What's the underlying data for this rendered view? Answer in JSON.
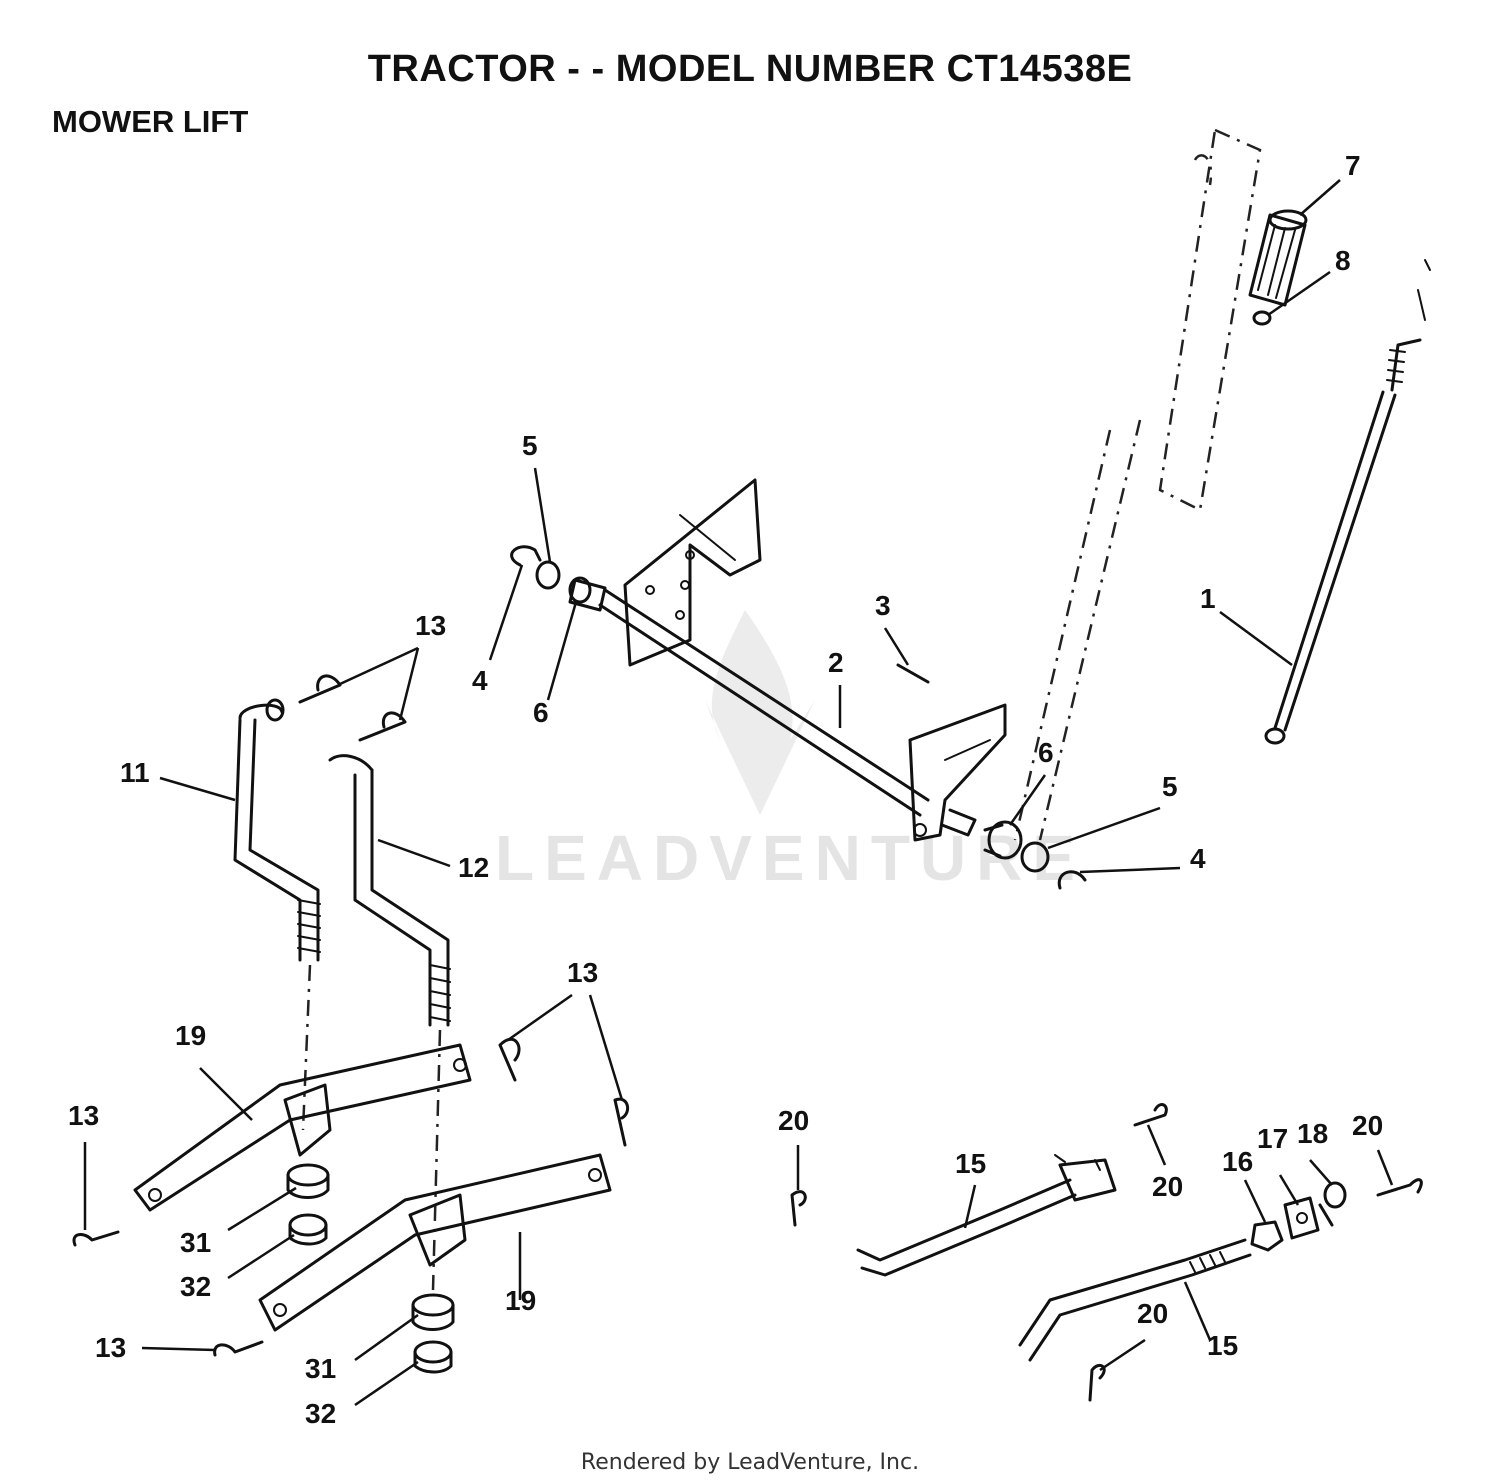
{
  "page": {
    "title": "TRACTOR - - MODEL NUMBER CT14538E",
    "section": "MOWER LIFT",
    "footer": "Rendered by LeadVenture, Inc.",
    "watermark": "LEADVENTURE"
  },
  "callouts": {
    "c1": "1",
    "c2": "2",
    "c3": "3",
    "c4a": "4",
    "c4b": "4",
    "c5a": "5",
    "c5b": "5",
    "c6a": "6",
    "c6b": "6",
    "c7": "7",
    "c8": "8",
    "c11": "11",
    "c12": "12",
    "c13a": "13",
    "c13b": "13",
    "c13c": "13",
    "c13d": "13",
    "c15a": "15",
    "c15b": "15",
    "c16": "16",
    "c17": "17",
    "c18": "18",
    "c19a": "19",
    "c19b": "19",
    "c20a": "20",
    "c20b": "20",
    "c20c": "20",
    "c20d": "20",
    "c31a": "31",
    "c31b": "31",
    "c32a": "32",
    "c32b": "32"
  }
}
